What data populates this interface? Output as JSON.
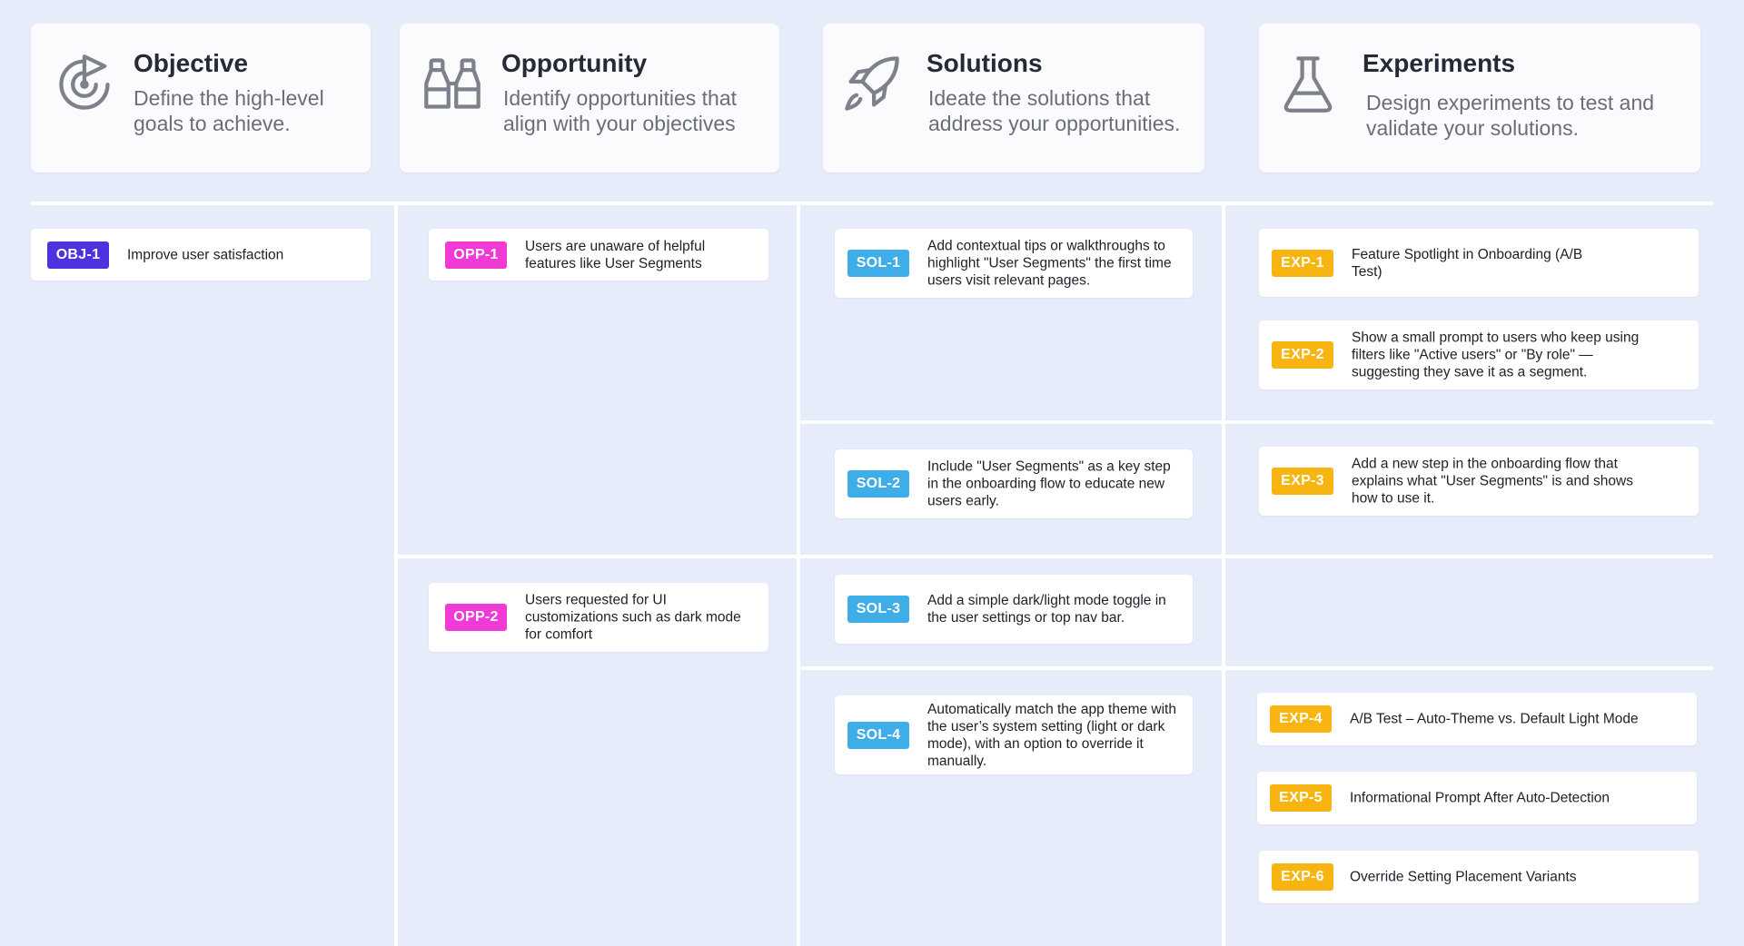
{
  "colors": {
    "background": "#e7ecfa",
    "objective_tag": "#4d33e0",
    "opportunity_tag": "#ef3ad6",
    "solution_tag": "#3faee8",
    "experiment_tag": "#f8b511"
  },
  "headers": {
    "objective": {
      "icon": "target-icon",
      "title": "Objective",
      "description": "Define the high-level goals to achieve."
    },
    "opportunity": {
      "icon": "binoculars-icon",
      "title": "Opportunity",
      "description": "Identify opportunities that align with your objectives"
    },
    "solutions": {
      "icon": "rocket-icon",
      "title": "Solutions",
      "description": "Ideate the solutions that address your opportunities."
    },
    "experiments": {
      "icon": "flask-icon",
      "title": "Experiments",
      "description": "Design experiments to test and validate your solutions."
    }
  },
  "objectives": [
    {
      "id": "OBJ-1",
      "text": "Improve user satisfaction"
    }
  ],
  "opportunities": [
    {
      "id": "OPP-1",
      "text": "Users are unaware of helpful features like User Segments"
    },
    {
      "id": "OPP-2",
      "text": "Users requested for UI customizations such as dark mode for comfort"
    }
  ],
  "solutions": [
    {
      "id": "SOL-1",
      "text": "Add contextual tips or walkthroughs to highlight \"User Segments\" the first time users visit relevant pages."
    },
    {
      "id": "SOL-2",
      "text": "Include \"User Segments\" as a key step in the onboarding flow to educate new users early."
    },
    {
      "id": "SOL-3",
      "text": "Add a simple dark/light mode toggle in the user settings or top nav bar."
    },
    {
      "id": "SOL-4",
      "text": "Automatically match the app theme with the user’s system setting (light or dark mode), with an option to override it manually."
    }
  ],
  "experiments": [
    {
      "id": "EXP-1",
      "text": "Feature Spotlight in Onboarding (A/B Test)"
    },
    {
      "id": "EXP-2",
      "text": "Show a small prompt to users who keep using filters like \"Active users\" or \"By role\" — suggesting they save it as a segment."
    },
    {
      "id": "EXP-3",
      "text": "Add a new step in the onboarding flow that explains what \"User Segments\" is and shows how to use it."
    },
    {
      "id": "EXP-4",
      "text": "A/B Test – Auto-Theme vs. Default Light Mode"
    },
    {
      "id": "EXP-5",
      "text": "Informational Prompt After Auto-Detection"
    },
    {
      "id": "EXP-6",
      "text": "Override Setting Placement Variants"
    }
  ]
}
